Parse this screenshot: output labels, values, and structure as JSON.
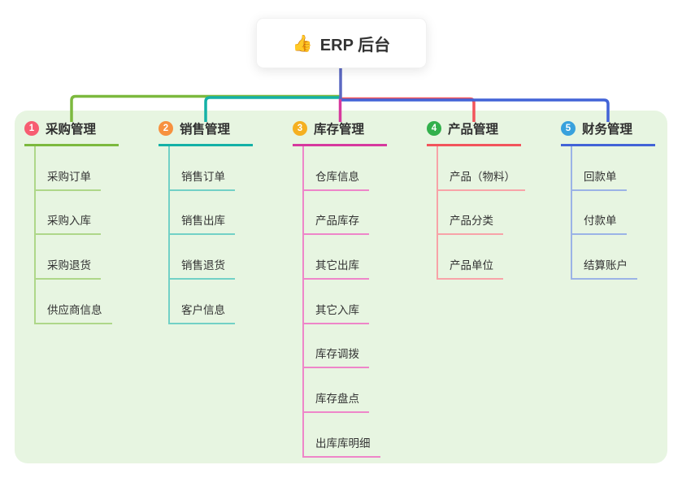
{
  "root": {
    "label": "ERP 后台",
    "icon": "thumbs-up",
    "emoji": "👍"
  },
  "canvas": {
    "panel_bg": "#e7f5e1",
    "root_line_color": "#5b68c2",
    "background": "#ffffff",
    "text_color": "#333333"
  },
  "branches": [
    {
      "badge": "1",
      "title": "采购管理",
      "badge_color": "#f75d71",
      "line_color": "#7cb93e",
      "child_line_color": "#aed789",
      "children": [
        "采购订单",
        "采购入库",
        "采购退货",
        "供应商信息"
      ]
    },
    {
      "badge": "2",
      "title": "销售管理",
      "badge_color": "#f7913f",
      "line_color": "#14b1a6",
      "child_line_color": "#72d1c6",
      "children": [
        "销售订单",
        "销售出库",
        "销售退货",
        "客户信息"
      ]
    },
    {
      "badge": "3",
      "title": "库存管理",
      "badge_color": "#f5b021",
      "line_color": "#d6399e",
      "child_line_color": "#ee86c9",
      "children": [
        "仓库信息",
        "产品库存",
        "其它出库",
        "其它入库",
        "库存调拨",
        "库存盘点",
        "出库库明细"
      ]
    },
    {
      "badge": "4",
      "title": "产品管理",
      "badge_color": "#33b04c",
      "line_color": "#f2545b",
      "child_line_color": "#f8a3a8",
      "children": [
        "产品（物料）",
        "产品分类",
        "产品单位"
      ]
    },
    {
      "badge": "5",
      "title": "财务管理",
      "badge_color": "#38a1dd",
      "line_color": "#4263d7",
      "child_line_color": "#9bb3e6",
      "children": [
        "回款单",
        "付款单",
        "结算账户"
      ]
    }
  ]
}
